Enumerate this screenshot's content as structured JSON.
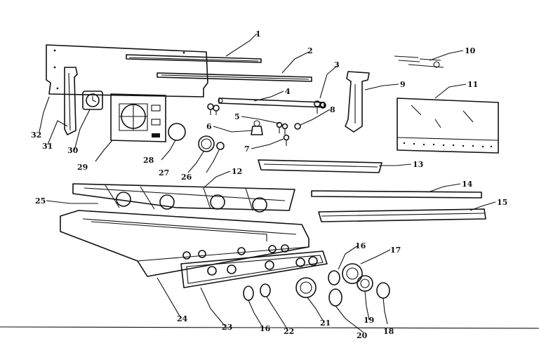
{
  "callouts": [
    {
      "id": "c1",
      "label": "1"
    },
    {
      "id": "c2",
      "label": "2"
    },
    {
      "id": "c3",
      "label": "3"
    },
    {
      "id": "c4",
      "label": "4"
    },
    {
      "id": "c5",
      "label": "5"
    },
    {
      "id": "c6",
      "label": "6"
    },
    {
      "id": "c7",
      "label": "7"
    },
    {
      "id": "c8",
      "label": "8"
    },
    {
      "id": "c9",
      "label": "9"
    },
    {
      "id": "c10",
      "label": "10"
    },
    {
      "id": "c11",
      "label": "11"
    },
    {
      "id": "c12",
      "label": "12"
    },
    {
      "id": "c13",
      "label": "13"
    },
    {
      "id": "c14",
      "label": "14"
    },
    {
      "id": "c15",
      "label": "15"
    },
    {
      "id": "c16a",
      "label": "16"
    },
    {
      "id": "c16b",
      "label": "16"
    },
    {
      "id": "c17",
      "label": "17"
    },
    {
      "id": "c18",
      "label": "18"
    },
    {
      "id": "c19",
      "label": "19"
    },
    {
      "id": "c20",
      "label": "20"
    },
    {
      "id": "c21",
      "label": "21"
    },
    {
      "id": "c22",
      "label": "22"
    },
    {
      "id": "c23",
      "label": "23"
    },
    {
      "id": "c24",
      "label": "24"
    },
    {
      "id": "c25",
      "label": "25"
    },
    {
      "id": "c26",
      "label": "26"
    },
    {
      "id": "c27",
      "label": "27"
    },
    {
      "id": "c28",
      "label": "28"
    },
    {
      "id": "c29",
      "label": "29"
    },
    {
      "id": "c30",
      "label": "30"
    },
    {
      "id": "c31",
      "label": "31"
    },
    {
      "id": "c32",
      "label": "32"
    }
  ]
}
